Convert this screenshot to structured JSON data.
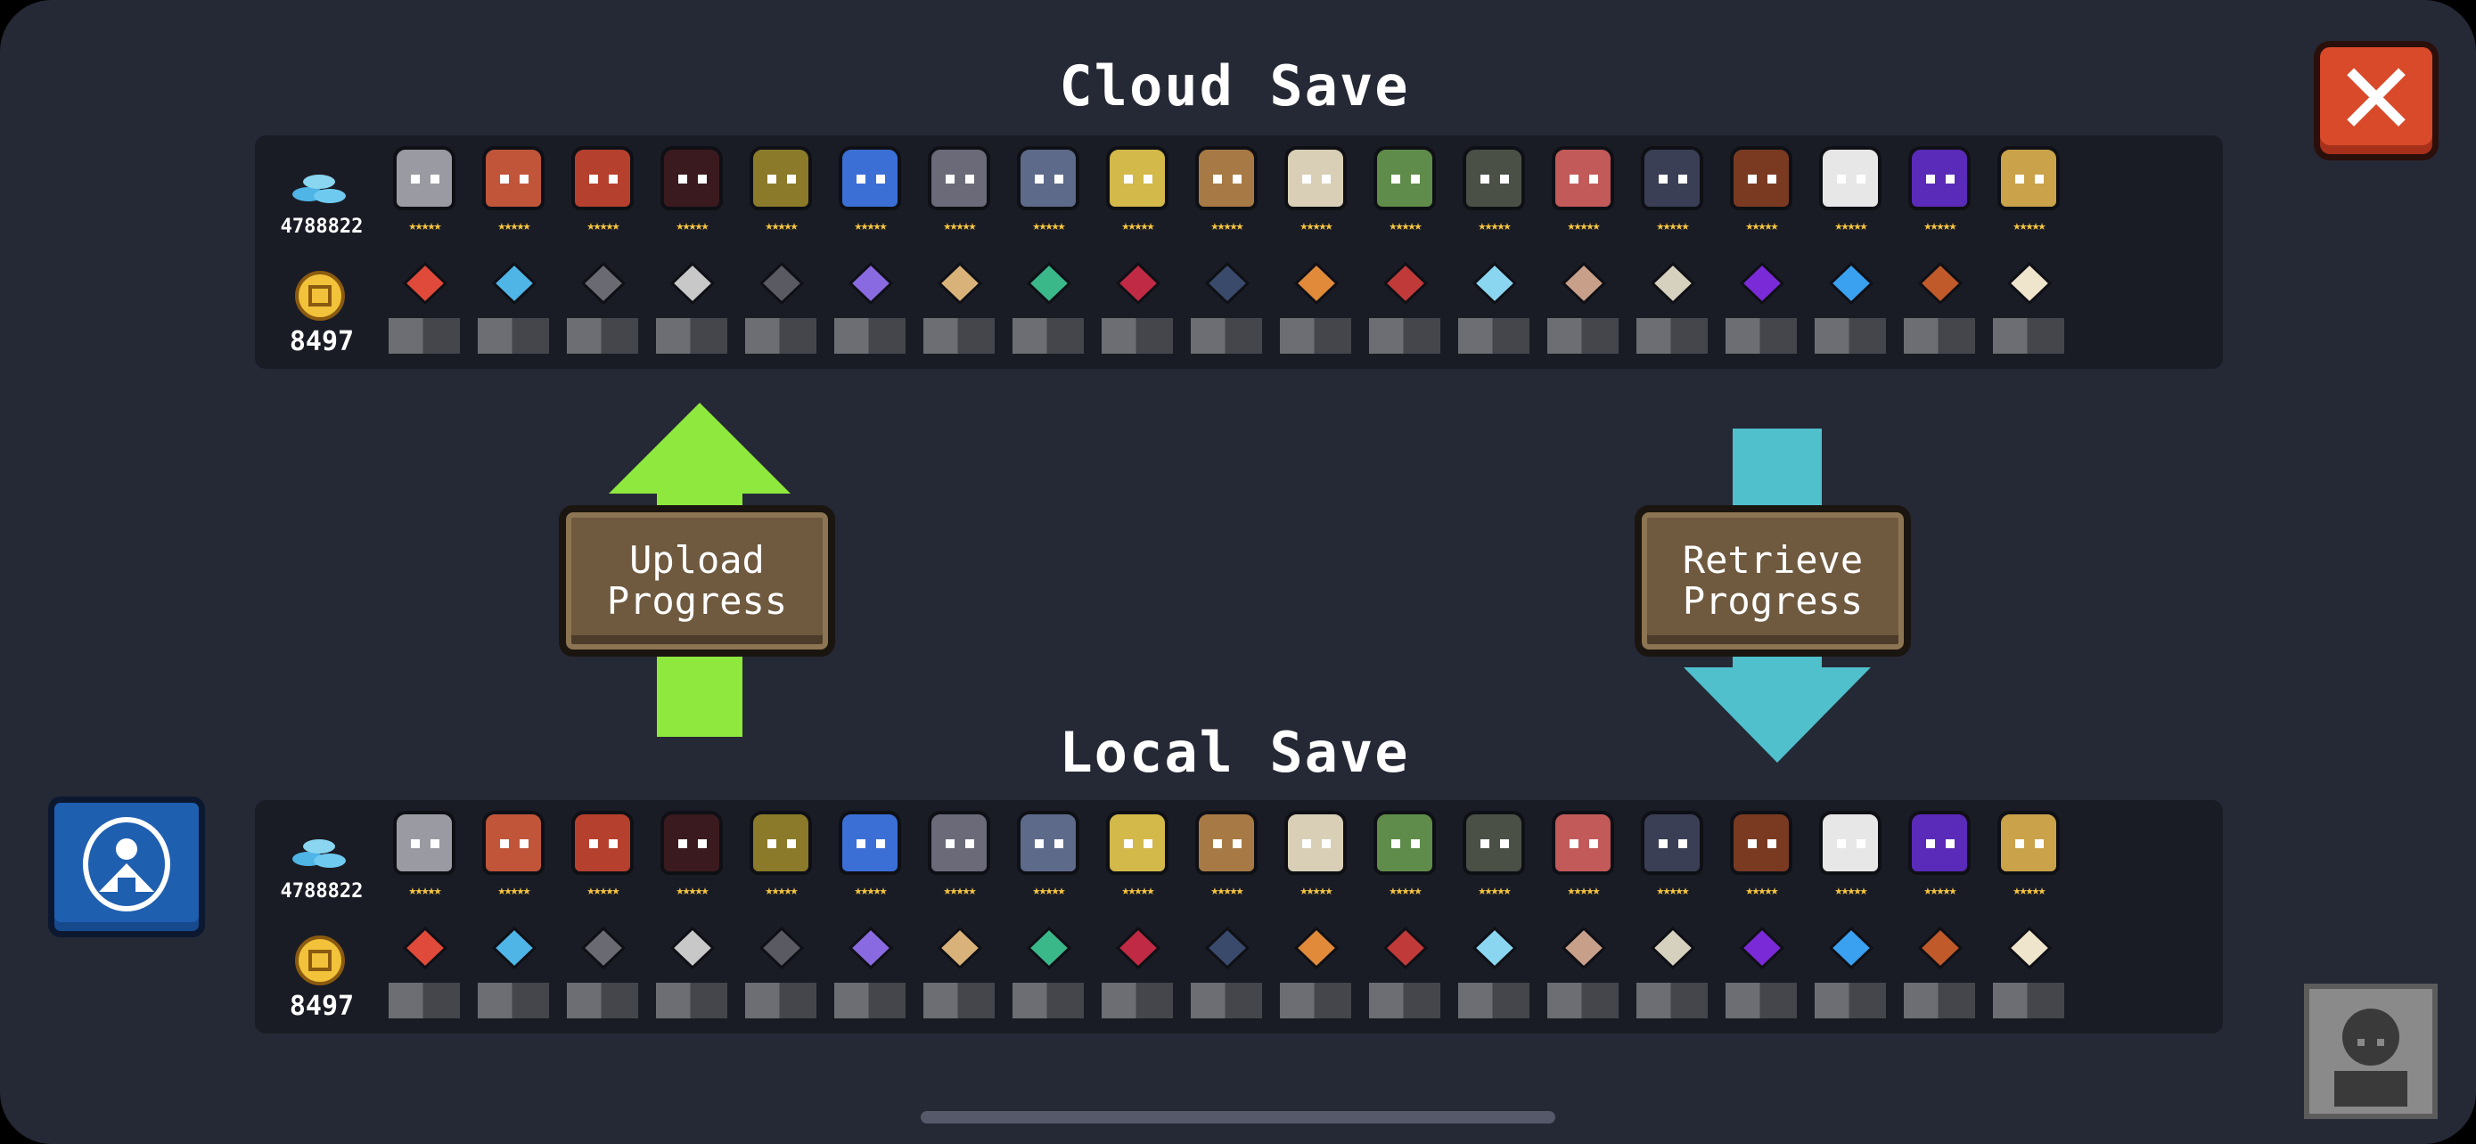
{
  "cloud_save": {
    "title": "Cloud Save",
    "gem_count": "4788822",
    "coin_count": "8497"
  },
  "local_save": {
    "title": "Local Save",
    "gem_count": "4788822",
    "coin_count": "8497"
  },
  "upload_button": {
    "label": "Upload\nProgress"
  },
  "retrieve_button": {
    "label": "Retrieve\nProgress"
  },
  "close_button": {
    "label": "✕"
  },
  "colors": {
    "background": "#252835",
    "panel": "#1a1c25",
    "upload_arrow": "#8ee83e",
    "retrieve_arrow": "#4fc0cc",
    "button_wood": "#6f5a40",
    "close_red": "#d84a2a",
    "account_blue": "#1f5fb0",
    "stars": "#f4c440"
  },
  "heroes": [
    {
      "icon": "knight-hero-icon",
      "color": "#9a9aa3",
      "stars": "★★★★★"
    },
    {
      "icon": "rogue-hero-icon",
      "color": "#c0553a",
      "stars": "★★★★★"
    },
    {
      "icon": "witch-hero-icon",
      "color": "#b6402e",
      "stars": "★★★★★"
    },
    {
      "icon": "assassin-hero-icon",
      "color": "#3a1a1e",
      "stars": "★★★★★"
    },
    {
      "icon": "alchemist-hero-icon",
      "color": "#8a7a2a",
      "stars": "★★★★★"
    },
    {
      "icon": "robot-hero-icon",
      "color": "#3b6fd6",
      "stars": "★★★★★"
    },
    {
      "icon": "vampire-hero-icon",
      "color": "#6a6a78",
      "stars": "★★★★★"
    },
    {
      "icon": "paladin-hero-icon",
      "color": "#5d6a8a",
      "stars": "★★★★★"
    },
    {
      "icon": "elf-hero-icon",
      "color": "#d3b84a",
      "stars": "★★★★★"
    },
    {
      "icon": "werewolf-hero-icon",
      "color": "#a77a45",
      "stars": "★★★★★"
    },
    {
      "icon": "priest-hero-icon",
      "color": "#d9cfb6",
      "stars": "★★★★★"
    },
    {
      "icon": "druid-hero-icon",
      "color": "#5f8c4a",
      "stars": "★★★★★"
    },
    {
      "icon": "necromancer-hero-icon",
      "color": "#4a5046",
      "stars": "★★★★★"
    },
    {
      "icon": "berserker-hero-icon",
      "color": "#c25a5a",
      "stars": "★★★★★"
    },
    {
      "icon": "demon-hero-icon",
      "color": "#3a3f55",
      "stars": "★★★★★"
    },
    {
      "icon": "officer-hero-icon",
      "color": "#7a3a22",
      "stars": "★★★★★"
    },
    {
      "icon": "taoist-hero-icon",
      "color": "#e7e7e7",
      "stars": "★★★★★"
    },
    {
      "icon": "wizard-hero-icon",
      "color": "#5a2ab8",
      "stars": "★★★★★"
    },
    {
      "icon": "engineer-hero-icon",
      "color": "#c9a24a",
      "stars": "★★★★★"
    }
  ],
  "items": [
    {
      "icon": "card-item-icon",
      "color": "#e04a3a"
    },
    {
      "icon": "feather-item-icon",
      "color": "#4fb4e6"
    },
    {
      "icon": "ore-item-icon",
      "color": "#6a6a72"
    },
    {
      "icon": "machine-item-icon",
      "color": "#c8c8c8"
    },
    {
      "icon": "gear-item-icon",
      "color": "#5a5a62"
    },
    {
      "icon": "purple-crystal-item-icon",
      "color": "#8a6ae0"
    },
    {
      "icon": "wood-plank-item-icon",
      "color": "#d9b27a"
    },
    {
      "icon": "green-crystal-item-icon",
      "color": "#3ab88a"
    },
    {
      "icon": "red-crystal-item-icon",
      "color": "#c02a44"
    },
    {
      "icon": "feather-orb-item-icon",
      "color": "#3a4a6a"
    },
    {
      "icon": "bread-item-icon",
      "color": "#e08a3a"
    },
    {
      "icon": "device-item-icon",
      "color": "#c03a3a"
    },
    {
      "icon": "ice-crystal-item-icon",
      "color": "#8ad6f0"
    },
    {
      "icon": "blueprint-item-icon",
      "color": "#c8a08a"
    },
    {
      "icon": "scroll-item-icon",
      "color": "#d6d0be"
    },
    {
      "icon": "violet-crystal-item-icon",
      "color": "#7a2ad6"
    },
    {
      "icon": "blue-orb-item-icon",
      "color": "#3aa0f0"
    },
    {
      "icon": "book-item-icon",
      "color": "#c05a2a"
    },
    {
      "icon": "sack-item-icon",
      "color": "#efe4cc"
    }
  ]
}
